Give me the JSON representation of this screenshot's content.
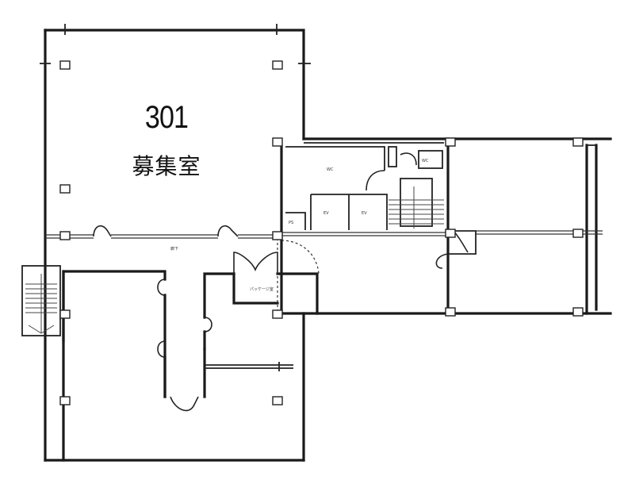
{
  "plan": {
    "type": "floor-plan",
    "highlight_unit": {
      "number": "301",
      "status": "募集室"
    },
    "colors": {
      "line": "#1a1a1a",
      "background": "#ffffff"
    }
  }
}
